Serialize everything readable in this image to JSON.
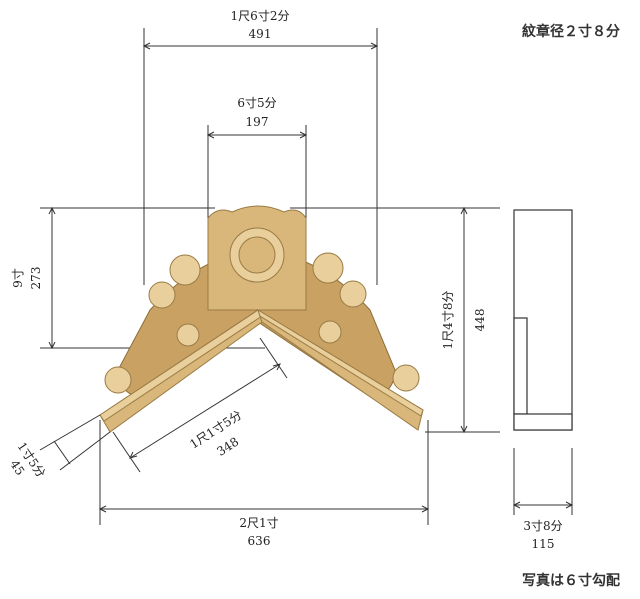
{
  "notes": {
    "crest_diameter": "紋章径２寸８分",
    "photo_pitch": "写真は６寸勾配"
  },
  "dimensions": {
    "top_outer": {
      "label": "1尺6寸2分",
      "value": "491"
    },
    "top_inner": {
      "label": "6寸5分",
      "value": "197"
    },
    "left_height": {
      "label": "9寸",
      "value": "273"
    },
    "right_height": {
      "label": "1尺4寸8分",
      "value": "448"
    },
    "slope_length": {
      "label": "1尺1寸5分",
      "value": "348"
    },
    "board_thickness": {
      "label": "1寸5分",
      "value": "45"
    },
    "bottom_width": {
      "label": "2尺1寸",
      "value": "636"
    },
    "side_width": {
      "label": "3寸8分",
      "value": "115"
    }
  },
  "colors": {
    "wood": "#d9b77a",
    "wood_dark": "#c9a263",
    "line": "#333333"
  }
}
